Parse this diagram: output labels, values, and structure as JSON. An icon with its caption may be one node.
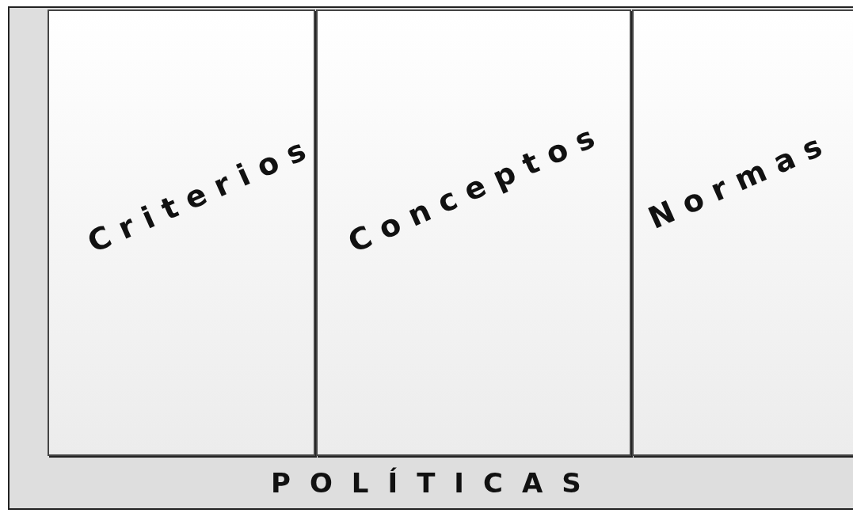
{
  "diagram": {
    "nodes": [
      {
        "text": [
          "POLÍTICAS"
        ]
      },
      {
        "text": [
          "Criterios"
        ],
        "in": 0
      },
      {
        "text": [
          "Conceptos"
        ],
        "in": 0
      },
      {
        "text": [
          "Normas"
        ],
        "in": 0
      }
    ]
  }
}
